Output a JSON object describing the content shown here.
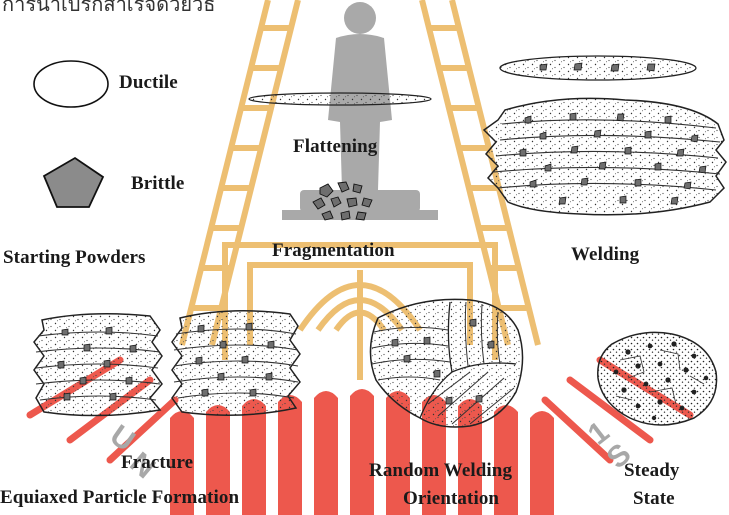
{
  "header_text": "การนำเบรกสำเร็จด้วยวิธี",
  "legend": {
    "ductile_label": "Ductile",
    "brittle_label": "Brittle"
  },
  "stages": {
    "starting_powders": "Starting Powders",
    "flattening": "Flattening",
    "fragmentation": "Fragmentation",
    "welding": "Welding",
    "fracture": "Fracture",
    "equiaxed": "Equiaxed Particle Formation",
    "random_welding_line1": "Random Welding",
    "random_welding_line2": "Orientation",
    "steady_line1": "Steady",
    "steady_line2": "State"
  },
  "watermark": {
    "color_red": "#e8382c",
    "color_gold": "#e9b24a",
    "color_gray": "#9a9a9a",
    "bottom_text": "UNIVERSITY OF TECHNOLOGY"
  }
}
